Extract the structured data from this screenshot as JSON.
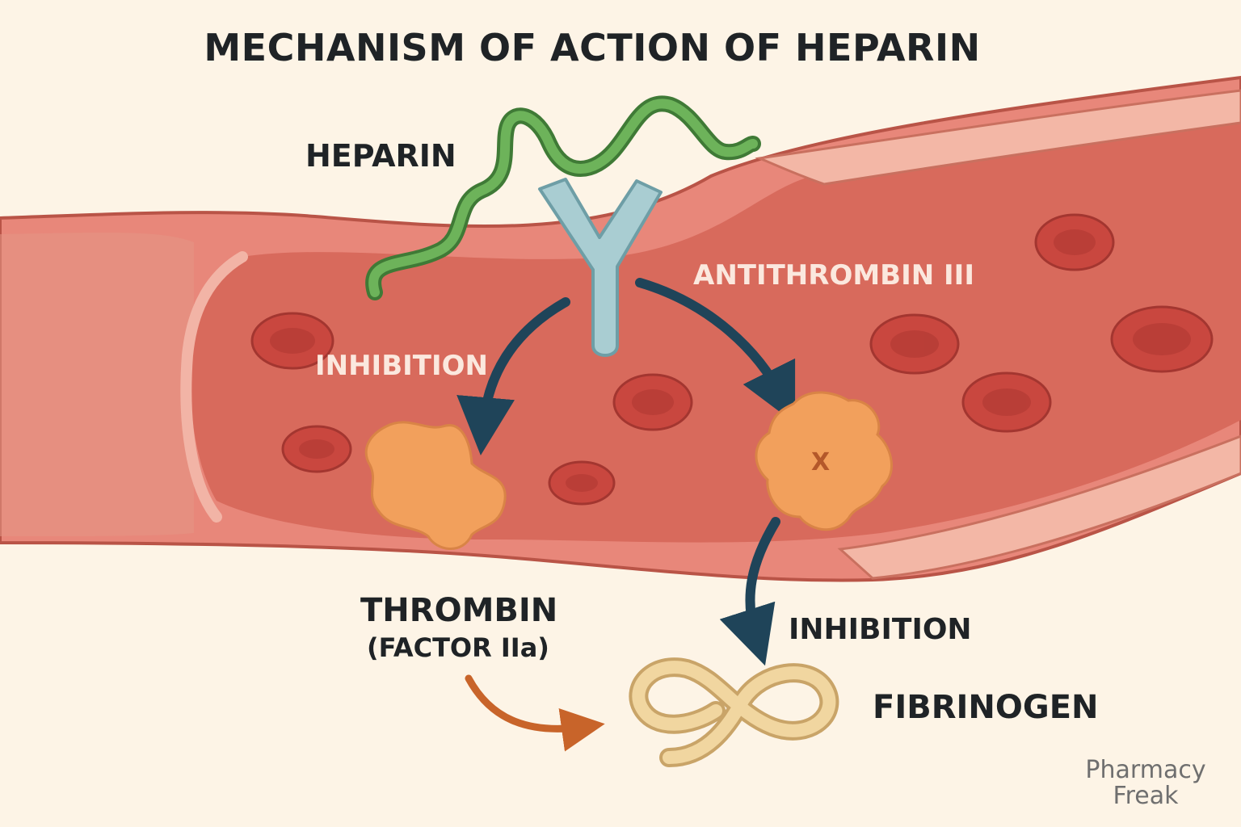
{
  "title": "MECHANISM OF ACTION OF HEPARIN",
  "labels": {
    "heparin": "HEPARIN",
    "antithrombin": "ANTITHROMBIN III",
    "inhibition_left": "INHIBITION",
    "inhibition_right": "INHIBITION",
    "thrombin": "THROMBIN",
    "thrombin_sub": "(FACTOR IIa)",
    "fibrinogen": "FIBRINOGEN",
    "factor_x": "X"
  },
  "watermark": {
    "line1": "Pharmacy",
    "line2": "Freak"
  },
  "colors": {
    "background": "#fdf4e6",
    "vessel_wall": "#e8877a",
    "vessel_lumen": "#d86a5c",
    "red_blood_cell": "#c9473f",
    "heparin_chain": "#5a9a48",
    "antithrombin": "#a9cdd2",
    "arrow_inhibition": "#1f4459",
    "clotting_factor": "#f2a05c",
    "thrombin_arrow": "#c8642a",
    "fibrinogen": "#f1d6a0"
  },
  "icons": [
    "heparin-chain-icon",
    "antithrombin-y-icon",
    "thrombin-blob-icon",
    "factor-x-blob-icon",
    "fibrinogen-strand-icon",
    "red-blood-cell-icon"
  ]
}
